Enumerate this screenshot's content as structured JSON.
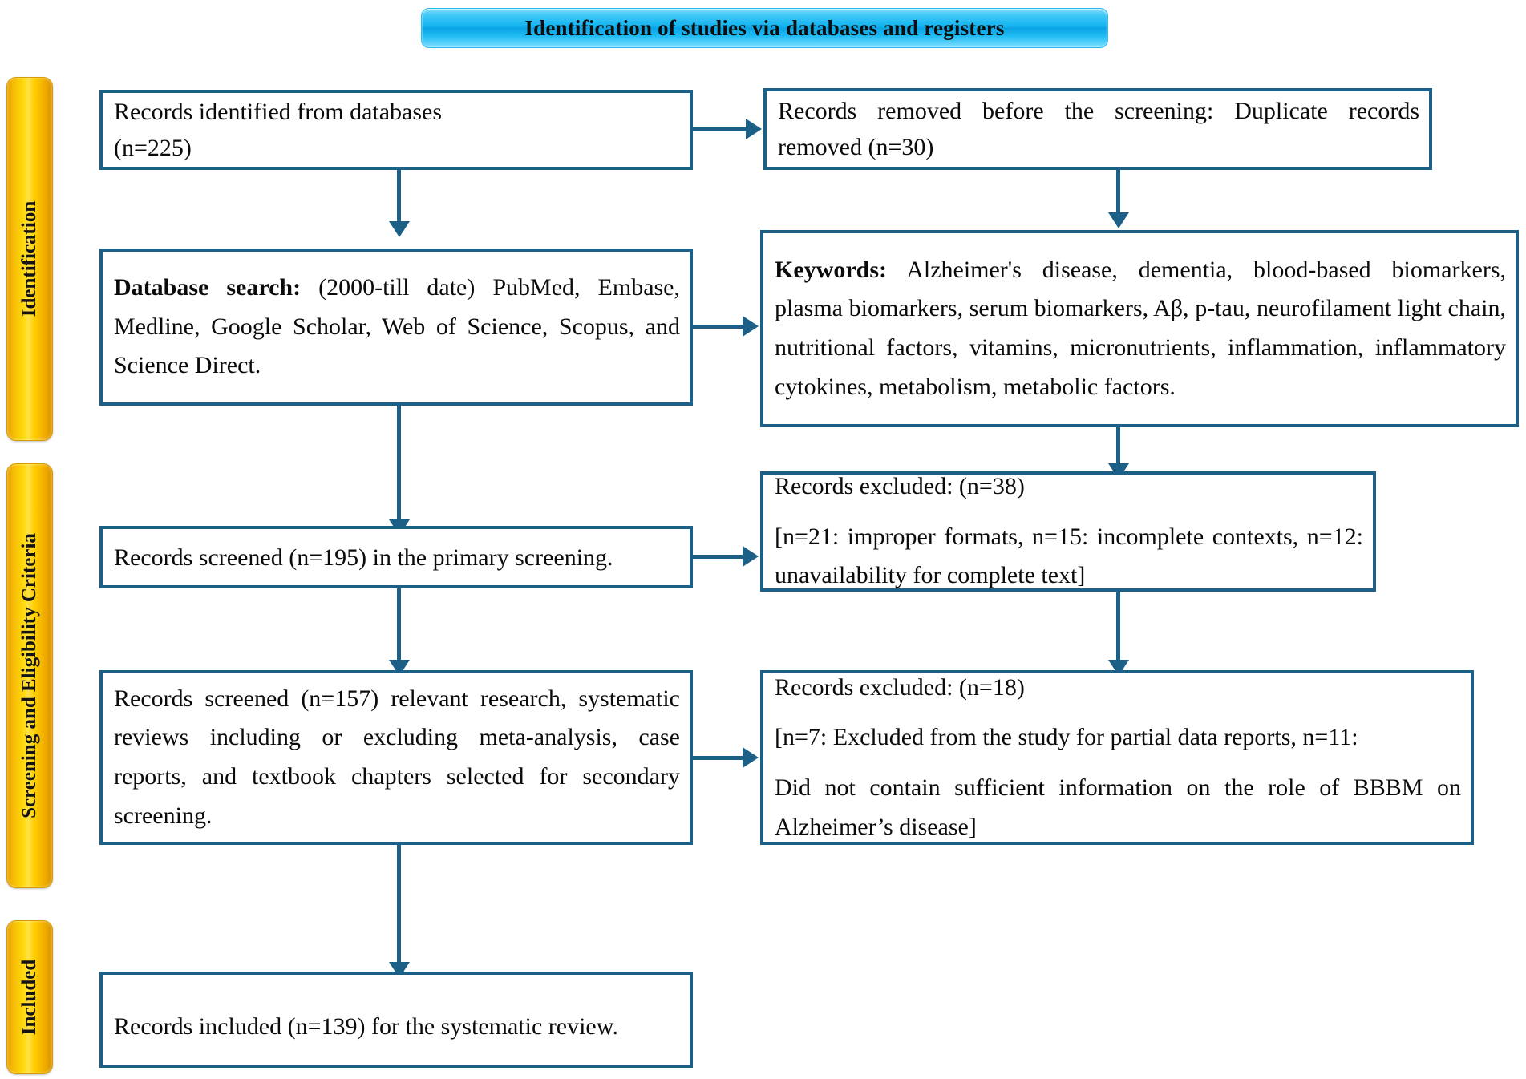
{
  "header": {
    "title": "Identification of studies via databases and registers",
    "banner_color": "#12b3ef"
  },
  "phases": [
    {
      "id": "identification",
      "label": "Identification",
      "color": "#ffd90a"
    },
    {
      "id": "screening",
      "label": "Screening and Eligibility Criteria",
      "color": "#ffd90a"
    },
    {
      "id": "included",
      "label": "Included",
      "color": "#ffd90a"
    }
  ],
  "boxes": {
    "records_identified": {
      "line1": "Records identified from databases",
      "line2": "(n=225)"
    },
    "records_removed": {
      "text": "Records removed before the screening: Duplicate records removed (n=30)"
    },
    "database_search": {
      "lead": "Database search:",
      "text": " (2000-till date) PubMed, Embase, Medline, Google Scholar, Web of Science, Scopus, and Science Direct."
    },
    "keywords": {
      "lead": "Keywords:",
      "text": " Alzheimer's disease, dementia, blood-based biomarkers, plasma biomarkers, serum biomarkers, Aβ, p-tau, neurofilament light chain, nutritional factors, vitamins, micronutrients, inflammation, inflammatory cytokines, metabolism, metabolic factors."
    },
    "records_screened_primary": {
      "text": "Records screened (n=195) in the primary screening."
    },
    "records_excluded_38": {
      "line1": "Records excluded: (n=38)",
      "line2": "[n=21: improper formats, n=15: incomplete contexts, n=12: unavailability for complete text]"
    },
    "records_screened_secondary": {
      "text": "Records screened (n=157) relevant research, systematic reviews including or excluding meta-analysis, case reports, and textbook chapters selected for secondary screening."
    },
    "records_excluded_18": {
      "line1": "Records excluded: (n=18)",
      "line2": "[n=7: Excluded from the study for partial data reports, n=11:",
      "line3": "Did not contain sufficient information on the role of BBBM on Alzheimer’s disease]"
    },
    "records_included": {
      "text": "Records included (n=139) for the systematic review."
    }
  },
  "connector_color": "#1c6087"
}
